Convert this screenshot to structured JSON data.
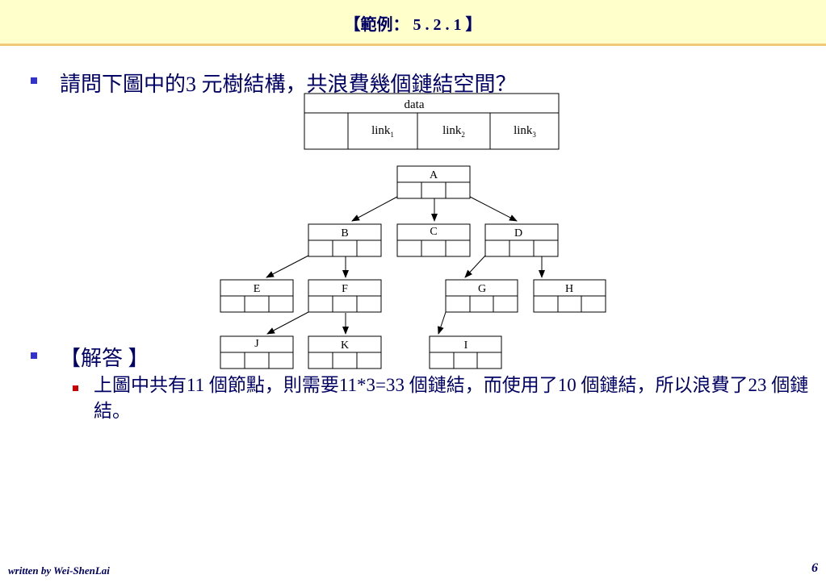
{
  "header": {
    "title": "【範例： 5 . 2 . 1 】"
  },
  "bullets": {
    "question": "請問下圖中的3 元樹結構，共浪費幾個鏈結空間？",
    "answer_heading": "【解答 】",
    "answer_text": "上圖中共有11 個節點，則需要11*3=33 個鏈結，而使用了10 個鏈結，所以浪費了23 個鏈結。"
  },
  "node_format": {
    "data_label": "data",
    "links": [
      {
        "base": "link",
        "sub": "1"
      },
      {
        "base": "link",
        "sub": "2"
      },
      {
        "base": "link",
        "sub": "3"
      }
    ]
  },
  "tree": {
    "nodes": [
      "A",
      "B",
      "C",
      "D",
      "E",
      "F",
      "G",
      "H",
      "J",
      "K",
      "I"
    ]
  },
  "footer": {
    "author": "written by Wei-ShenLai",
    "page_number": "6"
  }
}
